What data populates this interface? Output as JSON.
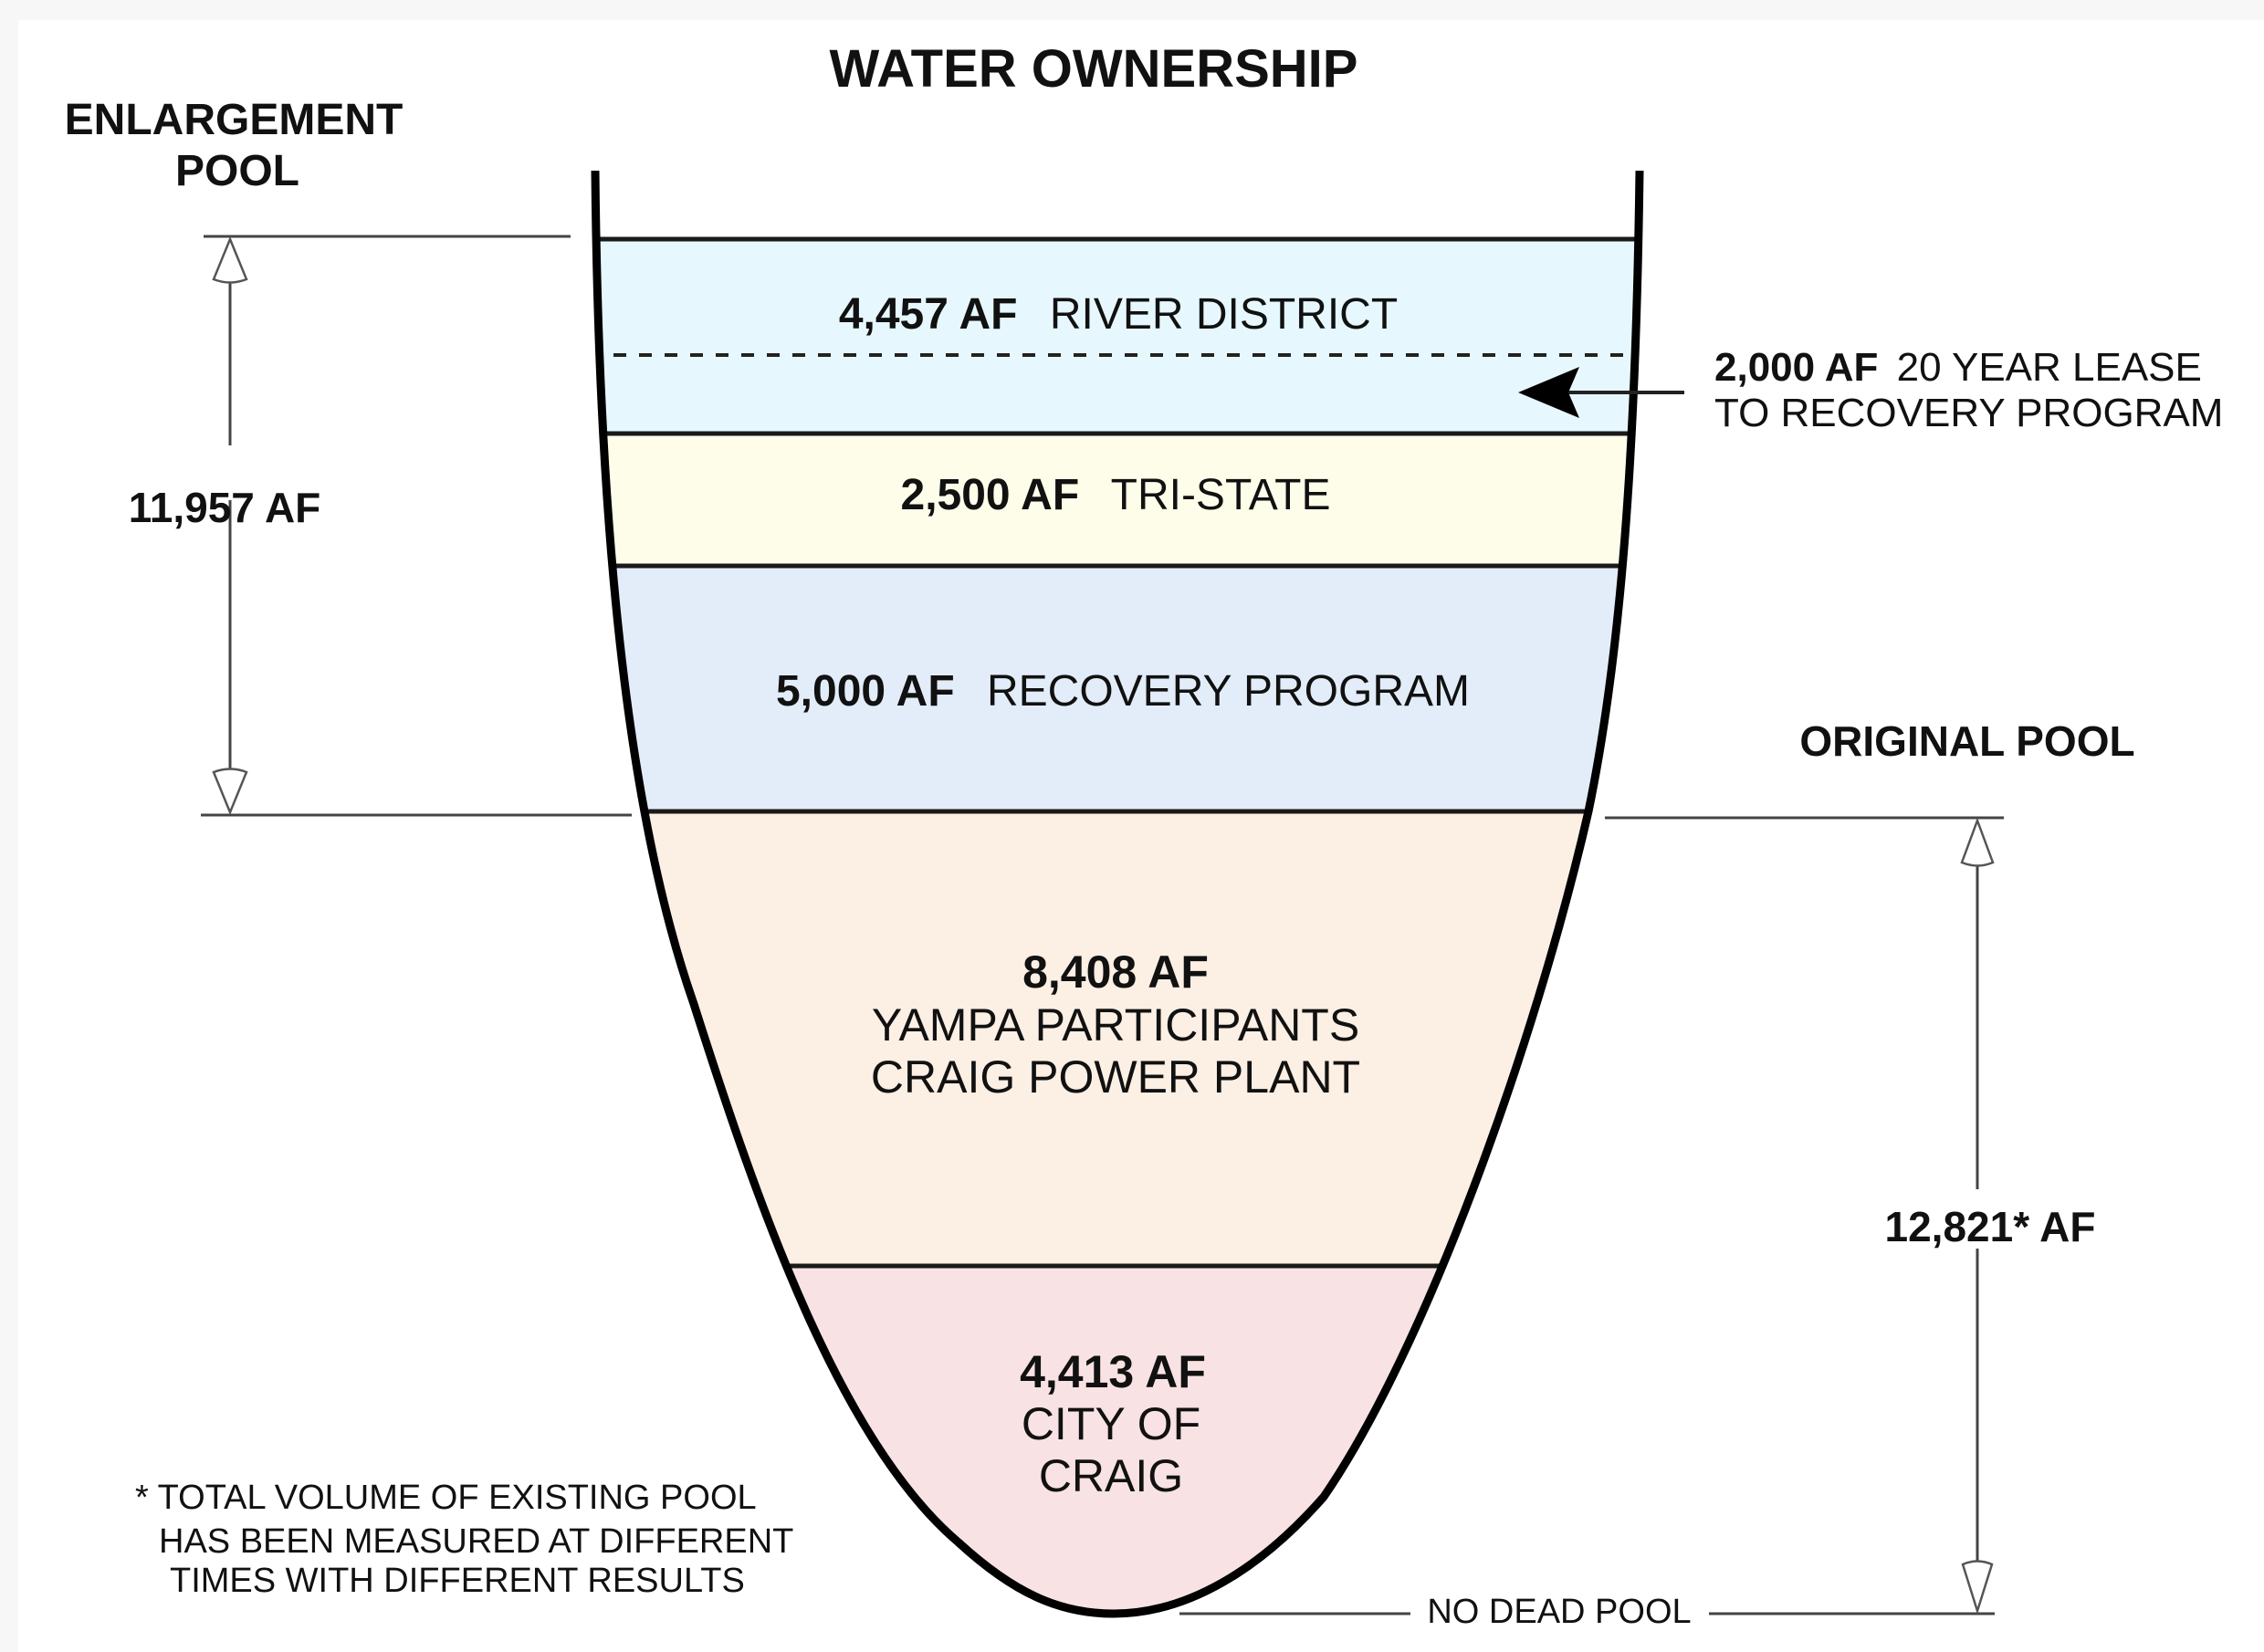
{
  "title": "WATER OWNERSHIP",
  "enlargement_pool": {
    "label_line1": "ENLARGEMENT",
    "label_line2": "POOL",
    "volume": "11,957 AF"
  },
  "original_pool": {
    "label": "ORIGINAL POOL",
    "volume": "12,821* AF"
  },
  "layers": [
    {
      "id": "river-district",
      "amount": "4,457 AF",
      "owner": "RIVER DISTRICT",
      "color": "#e6f8fd"
    },
    {
      "id": "tri-state",
      "amount": "2,500 AF",
      "owner": "TRI-STATE",
      "color": "#fefde9"
    },
    {
      "id": "recovery-program",
      "amount": "5,000 AF",
      "owner": "RECOVERY PROGRAM",
      "color": "#e3edf9"
    },
    {
      "id": "yampa-participants",
      "amount": "8,408 AF",
      "owner_line1": "YAMPA PARTICIPANTS",
      "owner_line2": "CRAIG POWER PLANT",
      "color": "#fcefe4"
    },
    {
      "id": "city-of-craig",
      "amount": "4,413 AF",
      "owner_line1": "CITY OF",
      "owner_line2": "CRAIG",
      "color": "#f9e2e3"
    }
  ],
  "lease_callout": {
    "amount": "2,000 AF",
    "line1_rest": "20 YEAR LEASE",
    "line2": "TO RECOVERY PROGRAM"
  },
  "dead_pool_label": "NO DEAD POOL",
  "footnote": {
    "line1": "* TOTAL VOLUME OF EXISTING POOL",
    "line2": "HAS BEEN MEASURED AT DIFFERENT",
    "line3": "TIMES WITH DIFFERENT RESULTS"
  }
}
